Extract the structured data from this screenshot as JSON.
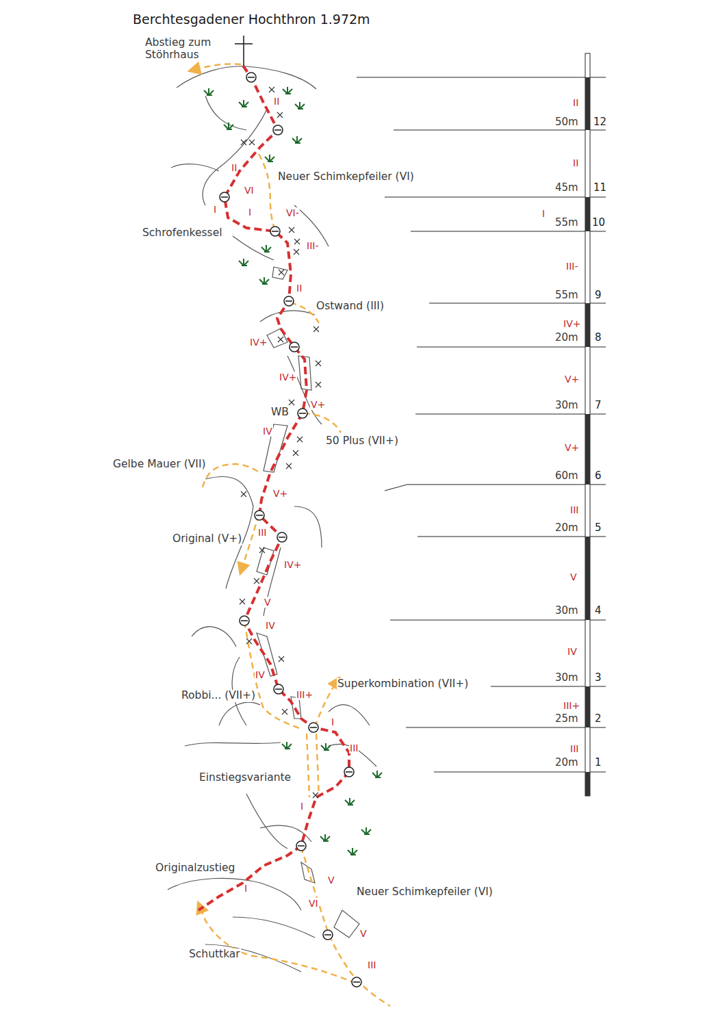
{
  "diagram": {
    "title": "Berchtesgadener Hochthron 1.972m",
    "labels": [
      "Abstieg zum Stöhrhaus",
      "II",
      "II",
      "50m",
      "12",
      "II",
      "Neuer Schimkepfeiler (VI)",
      "II",
      "VI",
      "I",
      "I",
      "VI-",
      "45m",
      "11",
      "I",
      "55m",
      "10",
      "Schrofenkessel",
      "III-",
      "III-",
      "II",
      "Ostwand (III)",
      "55m",
      "9",
      "IV+",
      "IV+",
      "20m",
      "8",
      "IV+",
      "V+",
      "V+",
      "WB",
      "30m",
      "7",
      "IV",
      "50 Plus (VII+)",
      "V+",
      "Gelbe Mauer (VII)",
      "V+",
      "60m",
      "6",
      "III",
      "III",
      "Original (V+)",
      "20m",
      "5",
      "IV+",
      "V",
      "V",
      "IV",
      "30m",
      "4",
      "IV",
      "IV",
      "30m",
      "3",
      "Superkombination (VII+)",
      "Robbi... (VII+)",
      "III+",
      "III+",
      "25m",
      "2",
      "I",
      "III",
      "III",
      "20m",
      "1",
      "Einstiegsvariante",
      "I",
      "Originalzustieg",
      "V",
      "Neuer Schimkepfeiler (VI)",
      "I",
      "VI",
      "V",
      "Schuttkar",
      "III"
    ]
  }
}
